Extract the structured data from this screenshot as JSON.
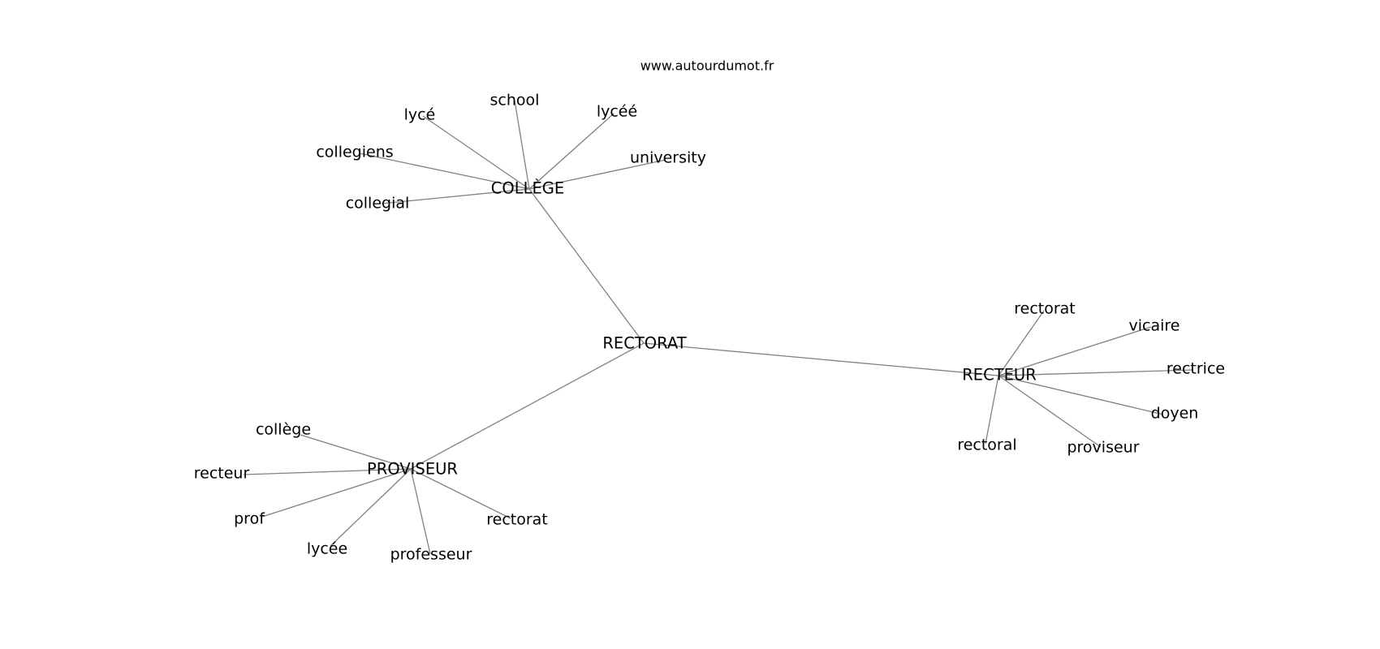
{
  "site": "www.autourdumot.fr",
  "center": "RECTORAT",
  "clusters": {
    "college": {
      "hub": "COLLÈGE",
      "words": [
        "school",
        "lycé",
        "lycéé",
        "university",
        "collegiens",
        "collegial"
      ]
    },
    "recteur": {
      "hub": "RECTEUR",
      "words": [
        "rectorat",
        "vicaire",
        "rectrice",
        "doyen",
        "proviseur",
        "rectoral"
      ]
    },
    "proviseur": {
      "hub": "PROVISEUR",
      "words": [
        "collège",
        "recteur",
        "prof",
        "lycée",
        "professeur",
        "rectorat"
      ]
    }
  }
}
